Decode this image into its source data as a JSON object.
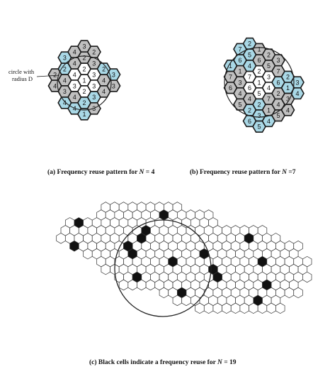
{
  "panel_a": {
    "caption_prefix": "(a)  Frequency reuse pattern for ",
    "caption_var": "N",
    "caption_suffix": " = 4",
    "circle_label_line1": "circle with",
    "circle_label_line2": "radius D",
    "cells": [
      {
        "q": 0,
        "r": 0,
        "n": "1",
        "c": "w"
      },
      {
        "q": 0,
        "r": -1,
        "n": "2",
        "c": "w"
      },
      {
        "q": 1,
        "r": -1,
        "n": "3",
        "c": "w"
      },
      {
        "q": -1,
        "r": 0,
        "n": "4",
        "c": "w"
      },
      {
        "q": 1,
        "r": 0,
        "n": "3",
        "c": "w"
      },
      {
        "q": -1,
        "r": 1,
        "n": "3",
        "c": "w"
      },
      {
        "q": 0,
        "r": 1,
        "n": "2",
        "c": "w"
      },
      {
        "q": 0,
        "r": -2,
        "n": "2",
        "c": "g"
      },
      {
        "q": -1,
        "r": -1,
        "n": "4",
        "c": "g"
      },
      {
        "q": 1,
        "r": -2,
        "n": "3",
        "c": "g"
      },
      {
        "q": -2,
        "r": 0,
        "n": "2",
        "c": "b"
      },
      {
        "q": -2,
        "r": -1,
        "n": "3",
        "c": "b"
      },
      {
        "q": -2,
        "r": 1,
        "n": "4",
        "c": "g"
      },
      {
        "q": -1,
        "r": 2,
        "n": "4",
        "c": "g"
      },
      {
        "q": 0,
        "r": 2,
        "n": "2",
        "c": "b"
      },
      {
        "q": 1,
        "r": 1,
        "n": "3",
        "c": "b"
      },
      {
        "q": -3,
        "r": 2,
        "n": "4",
        "c": "g"
      },
      {
        "q": -3,
        "r": 1,
        "n": "2",
        "c": "g"
      },
      {
        "q": -2,
        "r": 2,
        "n": "3",
        "c": "g"
      },
      {
        "q": 2,
        "r": -1,
        "n": "4",
        "c": "g"
      },
      {
        "q": 2,
        "r": 0,
        "n": "4",
        "c": "g"
      },
      {
        "q": 3,
        "r": -1,
        "n": "3",
        "c": "g"
      },
      {
        "q": 2,
        "r": -2,
        "n": "2",
        "c": "b"
      },
      {
        "q": 3,
        "r": -2,
        "n": "3",
        "c": "b"
      },
      {
        "q": 1,
        "r": -3,
        "n": "2",
        "c": "g"
      },
      {
        "q": -1,
        "r": -2,
        "n": "4",
        "c": "g"
      },
      {
        "q": 0,
        "r": -3,
        "n": "3",
        "c": "g"
      },
      {
        "q": 1,
        "r": 2,
        "n": "3",
        "c": "g"
      },
      {
        "q": -1,
        "r": 3,
        "n": "4",
        "c": "b"
      },
      {
        "q": 0,
        "r": 3,
        "n": "1",
        "c": "b"
      },
      {
        "q": -2,
        "r": 3,
        "n": "4",
        "c": "b"
      }
    ]
  },
  "panel_b": {
    "caption_prefix": "(b)  Frequency reuse pattern for ",
    "caption_var": "N",
    "caption_suffix": " =7",
    "cells": [
      {
        "q": 0,
        "r": 0,
        "n": "1",
        "c": "w"
      },
      {
        "q": 0,
        "r": -1,
        "n": "2",
        "c": "w"
      },
      {
        "q": 1,
        "r": -1,
        "n": "3",
        "c": "w"
      },
      {
        "q": 1,
        "r": 0,
        "n": "4",
        "c": "w"
      },
      {
        "q": 0,
        "r": 1,
        "n": "5",
        "c": "w"
      },
      {
        "q": -1,
        "r": 1,
        "n": "6",
        "c": "w"
      },
      {
        "q": -1,
        "r": 0,
        "n": "7",
        "c": "w"
      },
      {
        "q": 0,
        "r": -2,
        "n": "6",
        "c": "g"
      },
      {
        "q": 1,
        "r": -2,
        "n": "5",
        "c": "g"
      },
      {
        "q": -1,
        "r": -1,
        "n": "4",
        "c": "b"
      },
      {
        "q": 2,
        "r": -2,
        "n": "7",
        "c": "g"
      },
      {
        "q": 1,
        "r": -3,
        "n": "2",
        "c": "g"
      },
      {
        "q": 0,
        "r": -3,
        "n": "1",
        "c": "g"
      },
      {
        "q": 2,
        "r": -3,
        "n": "3",
        "c": "g"
      },
      {
        "q": -1,
        "r": -2,
        "n": "5",
        "c": "b"
      },
      {
        "q": -2,
        "r": -1,
        "n": "6",
        "c": "b"
      },
      {
        "q": -2,
        "r": -2,
        "n": "7",
        "c": "b"
      },
      {
        "q": -1,
        "r": -3,
        "n": "2",
        "c": "b"
      },
      {
        "q": -2,
        "r": 0,
        "n": "1",
        "c": "g"
      },
      {
        "q": -3,
        "r": 1,
        "n": "7",
        "c": "g"
      },
      {
        "q": -2,
        "r": 1,
        "n": "3",
        "c": "g"
      },
      {
        "q": -3,
        "r": 2,
        "n": "6",
        "c": "g"
      },
      {
        "q": -3,
        "r": 0,
        "n": "1",
        "c": "b"
      },
      {
        "q": -1,
        "r": 2,
        "n": "4",
        "c": "g"
      },
      {
        "q": -2,
        "r": 2,
        "n": "4",
        "c": "g"
      },
      {
        "q": -2,
        "r": 3,
        "n": "5",
        "c": "g"
      },
      {
        "q": -1,
        "r": 3,
        "n": "2",
        "c": "b"
      },
      {
        "q": 0,
        "r": 2,
        "n": "2",
        "c": "b"
      },
      {
        "q": 0,
        "r": 3,
        "n": "3",
        "c": "b"
      },
      {
        "q": 1,
        "r": 1,
        "n": "7",
        "c": "g"
      },
      {
        "q": 1,
        "r": 2,
        "n": "1",
        "c": "g"
      },
      {
        "q": 2,
        "r": 1,
        "n": "4",
        "c": "g"
      },
      {
        "q": -1,
        "r": 4,
        "n": "6",
        "c": "b"
      },
      {
        "q": 0,
        "r": 4,
        "n": "5",
        "c": "b"
      },
      {
        "q": 1,
        "r": 3,
        "n": "4",
        "c": "b"
      },
      {
        "q": 2,
        "r": 2,
        "n": "5",
        "c": "g"
      },
      {
        "q": 2,
        "r": 0,
        "n": "2",
        "c": "g"
      },
      {
        "q": 2,
        "r": -1,
        "n": "6",
        "c": "b"
      },
      {
        "q": 3,
        "r": -1,
        "n": "1",
        "c": "b"
      },
      {
        "q": 3,
        "r": -2,
        "n": "2",
        "c": "b"
      },
      {
        "q": 4,
        "r": -2,
        "n": "3",
        "c": "b"
      },
      {
        "q": 3,
        "r": 0,
        "n": "3",
        "c": "g"
      },
      {
        "q": 3,
        "r": 1,
        "n": "4",
        "c": "g"
      },
      {
        "q": 4,
        "r": -1,
        "n": "4",
        "c": "b"
      }
    ]
  },
  "panel_c": {
    "caption_prefix": "(c) Black cells indicate a frequency reuse for ",
    "caption_var": "N",
    "caption_suffix": "  = 19",
    "rows": [
      "0000011111111100000000000000",
      "0000111111111111100000000000",
      "0111111111111111110000000000",
      "1111111111111111111111100000",
      "1111111111111111111111111000",
      "0111111111111111111111111110",
      "0001111111111111111111111110",
      "0000111111111111111111111111",
      "0000011111111111111111111111",
      "0000001111111111111111111111",
      "0000000111111111111111111110",
      "0000000000011111111111111110",
      "0000000000000111111111111000",
      "0000000000000001111111111000"
    ],
    "black_cells": [
      [
        2,
        2
      ],
      [
        4,
        9
      ],
      [
        3,
        9
      ],
      [
        2,
        2
      ],
      [
        7,
        12
      ],
      [
        4,
        21
      ],
      [
        6,
        8
      ],
      [
        9,
        8
      ],
      [
        6,
        16
      ],
      [
        7,
        22
      ],
      [
        9,
        4
      ],
      [
        11,
        13
      ],
      [
        9,
        17
      ],
      [
        10,
        23
      ],
      [
        12,
        22
      ],
      [
        5,
        1
      ],
      [
        1,
        11
      ],
      [
        8,
        17
      ],
      [
        5,
        7
      ]
    ]
  }
}
